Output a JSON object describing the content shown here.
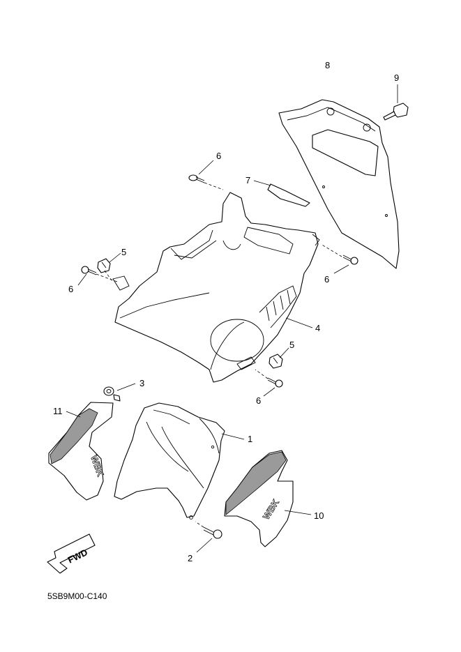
{
  "callouts": {
    "c1": "1",
    "c2": "2",
    "c3": "3",
    "c4": "4",
    "c5a": "5",
    "c5b": "5",
    "c6a": "6",
    "c6b": "6",
    "c6c": "6",
    "c6d": "6",
    "c7": "7",
    "c8": "8",
    "c9": "9",
    "c10": "10",
    "c11": "11"
  },
  "decals": {
    "left_text": "WBK",
    "right_text": "WBK"
  },
  "direction_arrow": {
    "label": "FWD"
  },
  "diagram_code": "5SB9M00-C140"
}
